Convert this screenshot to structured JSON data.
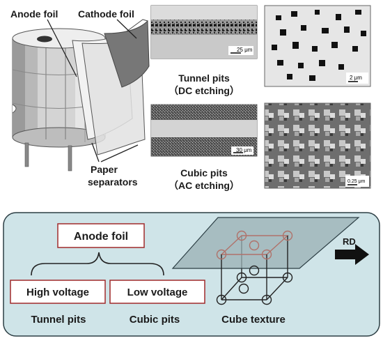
{
  "capacitor": {
    "anode_label": "Anode foil",
    "cathode_label": "Cathode foil",
    "paper_label_line1": "Paper",
    "paper_label_line2": "separators"
  },
  "micrographs": {
    "tunnel_label": "Tunnel pits",
    "tunnel_sub": "（DC etching）",
    "tunnel_scale": "25 μm",
    "tunnel_sem_scale": "2 μm",
    "cubic_label": "Cubic pits",
    "cubic_sub": "（AC etching）",
    "cubic_scale": "30 μm",
    "cubic_sem_scale": "0.25 μm"
  },
  "panel": {
    "anode_box": "Anode foil",
    "high_voltage": "High voltage",
    "low_voltage": "Low voltage",
    "tunnel_pits": "Tunnel pits",
    "cubic_pits": "Cubic pits",
    "cube_texture": "Cube texture",
    "rd_label": "RD"
  },
  "colors": {
    "panel_bg": "#cfe4e8",
    "panel_border": "#2c3e44",
    "box_border": "#a02a2a",
    "plane_fill": "#9ab0b4",
    "highlight_stroke": "#b0726a"
  }
}
